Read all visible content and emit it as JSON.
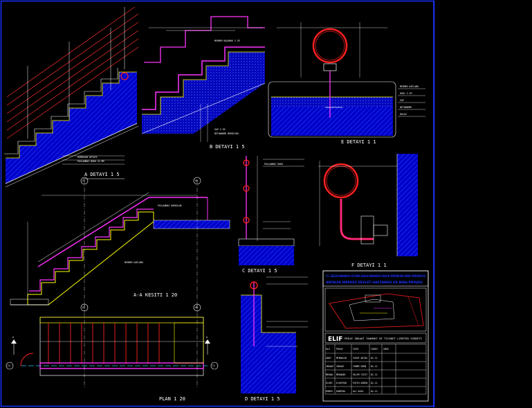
{
  "drawing": {
    "border_color": "#1a33ff",
    "background": "#000000",
    "palette": {
      "white": "#ffffff",
      "yellow": "#ffff00",
      "red": "#ff2020",
      "magenta": "#ff33ff",
      "blue_fill": "#0000cc",
      "hatch": "#2a5cff",
      "cyan": "#33ccff",
      "orange": "#ff8800",
      "green": "#22cc44"
    }
  },
  "details": {
    "a": "A DETAYI 1 5",
    "b": "B DETAYI 1 5",
    "c": "C DETAYI 1 5",
    "d": "D DETAYI 1 5",
    "e": "E DETAYI 1 1",
    "f": "F DETAYI 1 1"
  },
  "section": {
    "title": "A-A KESITI 1 20",
    "axis_left": "G7",
    "axis_right": "G8"
  },
  "plan": {
    "title": "PLAN 1 20",
    "axis_left": "G7",
    "axis_right": "G8",
    "cut_mark": "A",
    "row_left": "C4",
    "row_right": "C1"
  },
  "title_block": {
    "line1": "T.C. SAGLIK BAKANLIGI VE SINAI SAGLIK BAKANLIGI SAGLIK YATIRIMLARI GENEL MUDURLUGU",
    "line2": "ANTALYA MERKEZ DEVLET HASTANESI EK BINA PROJESI",
    "logo": "ELIF",
    "logo_sub": "PROJE INSAAT TAAHHUT VE TICARET LIMITED SIRKETI"
  },
  "tables": {
    "headers": [
      "RLG",
      "PROJE",
      "ISIM",
      "TARIH",
      "IMZA"
    ],
    "rows": [
      [
        "ARKT.",
        "MIMARLIK",
        "YUSUF AKTAS",
        "01.12",
        ""
      ],
      [
        "INSAAT",
        "INSAAT",
        "TAMER UZUN",
        "01.12",
        ""
      ],
      [
        "MEKAN.",
        "MEKANIK",
        "SELIM YIGIT",
        "01.12",
        ""
      ],
      [
        "ELEKT.",
        "ELEKTRIK",
        "FATIH OZDEN",
        "01.12",
        ""
      ],
      [
        "KONTR.",
        "KONTROL",
        "ALI KAYA",
        "01.12",
        ""
      ]
    ]
  }
}
